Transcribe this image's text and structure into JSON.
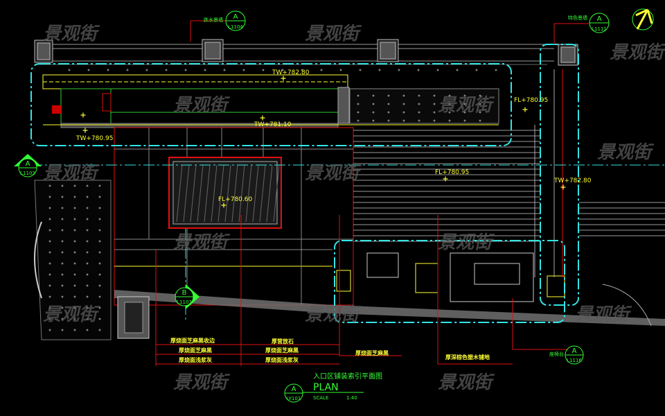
{
  "drawing": {
    "title_cn": "入口区铺装索引平面图",
    "title_en": "PLAN",
    "scale_label": "SCALE",
    "scale_value": "1:40",
    "title_symbol": {
      "letter": "A",
      "sheet": "LY101"
    }
  },
  "watermark": "景观街",
  "elevations": [
    "TW+782.80",
    "TW+781.10",
    "TW+780.95",
    "FL+780.95",
    "FL+780.95",
    "FL+780.60",
    "TW+782.80"
  ],
  "section_callouts": [
    {
      "letter": "A",
      "sheet": "L1104",
      "note": "跌水景墙"
    },
    {
      "letter": "A",
      "sheet": "L1111",
      "note": "特色景墙"
    },
    {
      "letter": "A",
      "sheet": "L1103",
      "note": ""
    },
    {
      "letter": "B",
      "sheet": "L1103",
      "note": ""
    },
    {
      "letter": "A",
      "sheet": "L1116",
      "note": "座椅台"
    }
  ],
  "material_labels_left": [
    "厚烧面芝麻黑收边",
    "厚烧面芝麻黑",
    "厚烧面浅浆灰"
  ],
  "material_labels_mid": [
    "厚营放石",
    "厚烧面芝麻黑",
    "厚烧面浅浆灰"
  ],
  "material_label_right1": "厚烧面芝麻黑",
  "material_label_right2": "厚深棕色塑木铺地",
  "colors": {
    "cyan": "#33e5e5",
    "green": "#33ff33",
    "yellow": "#ffff33",
    "red": "#e01010",
    "gray": "#8a8a8a"
  }
}
